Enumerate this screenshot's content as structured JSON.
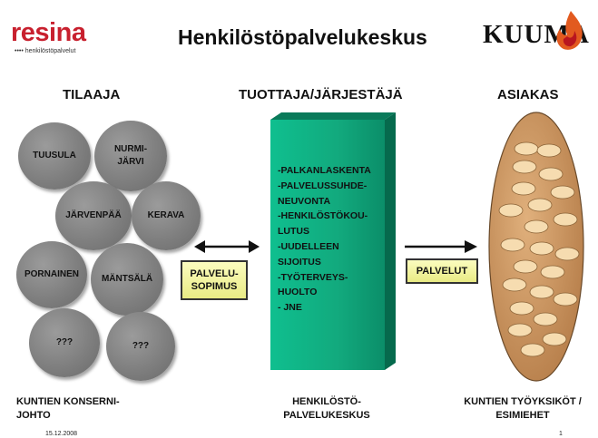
{
  "header": {
    "logo_left": "resina",
    "logo_left_sub": "•••• henkilöstöpalvelut",
    "title": "Henkilöstöpalvelukeskus",
    "logo_right": "KUUMA"
  },
  "columns": {
    "left": "TILAAJA",
    "middle": "TUOTTAJA/JÄRJESTÄJÄ",
    "right": "ASIAKAS"
  },
  "municipalities": [
    "TUUSULA",
    "NURMI-\nJÄRVI",
    "JÄRVENPÄÄ",
    "KERAVA",
    "PORNAINEN",
    "MÄNTSÄLÄ",
    "???",
    "???"
  ],
  "services": [
    "-PALKANLASKENTA",
    "-PALVELUSSUHDE-",
    "NEUVONTA",
    "-HENKILÖSTÖKOU-",
    "LUTUS",
    "-UUDELLEEN",
    "SIJOITUS",
    "-TYÖTERVEYS-",
    "HUOLTO",
    "- JNE"
  ],
  "boxes": {
    "agreement": "PALVELU-\nSOPIMUS",
    "services": "PALVELUT"
  },
  "footers": {
    "left": "KUNTIEN KONSERNI-\nJOHTO",
    "middle": "HENKILÖSTÖ-\nPALVELUKESKUS",
    "right": "KUNTIEN TYÖYKSIKÖT /\nESIMIEHET"
  },
  "date": "15.12.2008",
  "page_number": "1",
  "colors": {
    "brand_red": "#c8202e",
    "green": "#12a97d",
    "yellow": "#f2f3a6",
    "circle_gray": "#808080",
    "oval_brown": "#c89360",
    "cell_fill": "#f6dcb0",
    "flame": "#e25a1f"
  }
}
